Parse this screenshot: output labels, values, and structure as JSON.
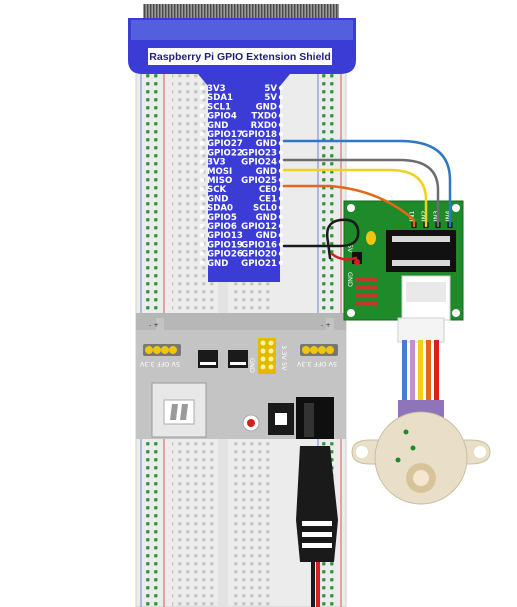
{
  "shield": {
    "title": "Raspberry Pi GPIO Extension Shield",
    "left_pins": [
      "3V3",
      "SDA1",
      "SCL1",
      "GPIO4",
      "GND",
      "GPIO17",
      "GPIO27",
      "GPIO22",
      "3V3",
      "MOSI",
      "MISO",
      "SCK",
      "GND",
      "SDA0",
      "GPIO5",
      "GPIO6",
      "GPIO13",
      "GPIO19",
      "GPIO26",
      "GND"
    ],
    "right_pins": [
      "5V",
      "5V",
      "GND",
      "TXD0",
      "RXD0",
      "GPIO18",
      "GND",
      "GPIO23",
      "GPIO24",
      "GND",
      "GPIO25",
      "CE0",
      "CE1",
      "SCL0",
      "GND",
      "GPIO12",
      "GND",
      "GPIO16",
      "GPIO20",
      "GPIO21"
    ]
  },
  "driver_board": {
    "input_labels": [
      "IN1",
      "IN2",
      "IN3",
      "IN4"
    ],
    "power_labels": [
      "5V",
      "GND"
    ]
  },
  "power_module": {
    "left_label": "5V OFF 3.3V",
    "right_label": "5V OFF 3.3V",
    "jumper_label_a": "3.3V",
    "jumper_label_b": "5V",
    "jumper_label_c": "GND"
  },
  "colors": {
    "shield_blue": "#3b3bd6",
    "wire_blue": "#2e78c8",
    "wire_gray": "#6d6d6d",
    "wire_yellow": "#f0d21c",
    "wire_orange": "#e5671c",
    "wire_black": "#1a1a1a",
    "wire_red": "#d62020",
    "driver_green": "#1e8a2a",
    "motor_body": "#e9dfc8"
  },
  "icons": [
    "jumper-icon",
    "usb-port-icon",
    "power-button-icon",
    "power-led-icon"
  ]
}
